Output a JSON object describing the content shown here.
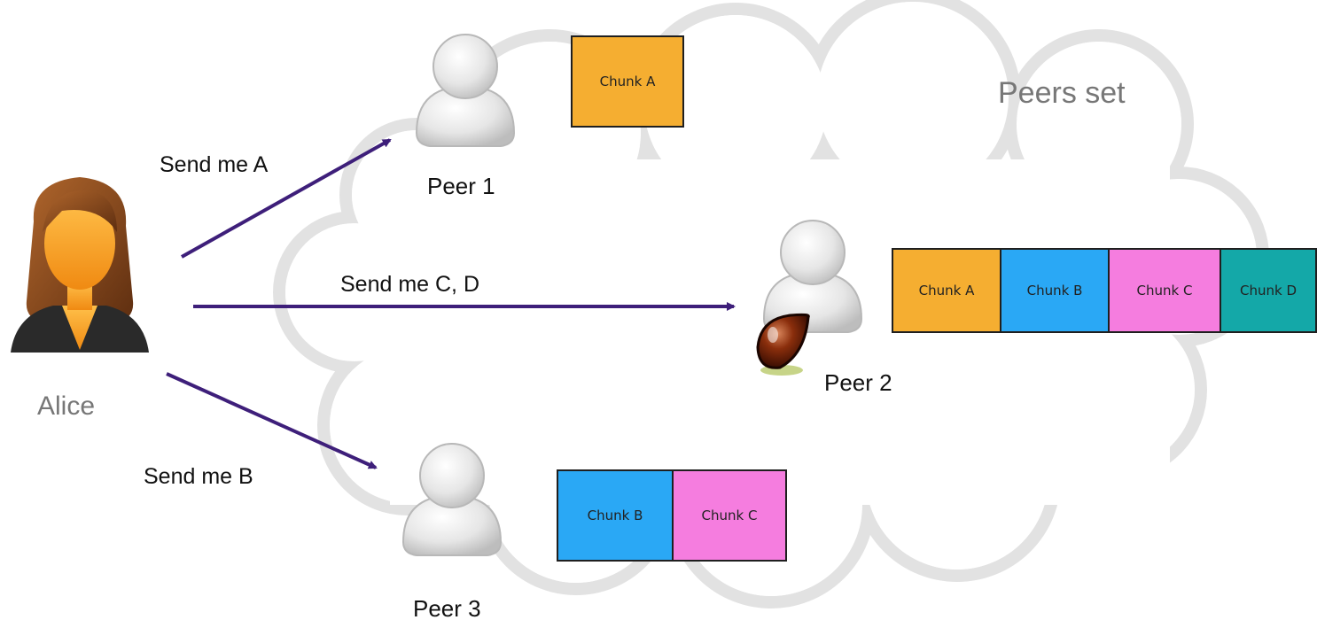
{
  "diagram": {
    "cloud_title": "Peers set",
    "requester": {
      "name": "Alice"
    },
    "peers": [
      {
        "name": "Peer 1",
        "chunks": [
          "Chunk A"
        ]
      },
      {
        "name": "Peer 2",
        "chunks": [
          "Chunk A",
          "Chunk B",
          "Chunk C",
          "Chunk D"
        ]
      },
      {
        "name": "Peer 3",
        "chunks": [
          "Chunk B",
          "Chunk C"
        ]
      }
    ],
    "requests": [
      {
        "label": "Send me A",
        "to": "Peer 1"
      },
      {
        "label": "Send me C, D",
        "to": "Peer 2"
      },
      {
        "label": "Send me B",
        "to": "Peer 3"
      }
    ]
  },
  "colors": {
    "chunk_a": "#F5AE31",
    "chunk_b": "#2AA8F5",
    "chunk_c": "#F57DDF",
    "chunk_d": "#14A8A8",
    "arrow": "#3E1F7A",
    "cloud_outline": "#E2E2E2",
    "alice_skin": "#F5A623",
    "alice_hair": "#8A4A1C",
    "peer_figure": "#E8E8E8",
    "seed_icon": "#7A2A0A"
  },
  "icons": {
    "requester": "woman-avatar-icon",
    "peer": "person-silhouette-icon",
    "seed": "seed-icon"
  }
}
